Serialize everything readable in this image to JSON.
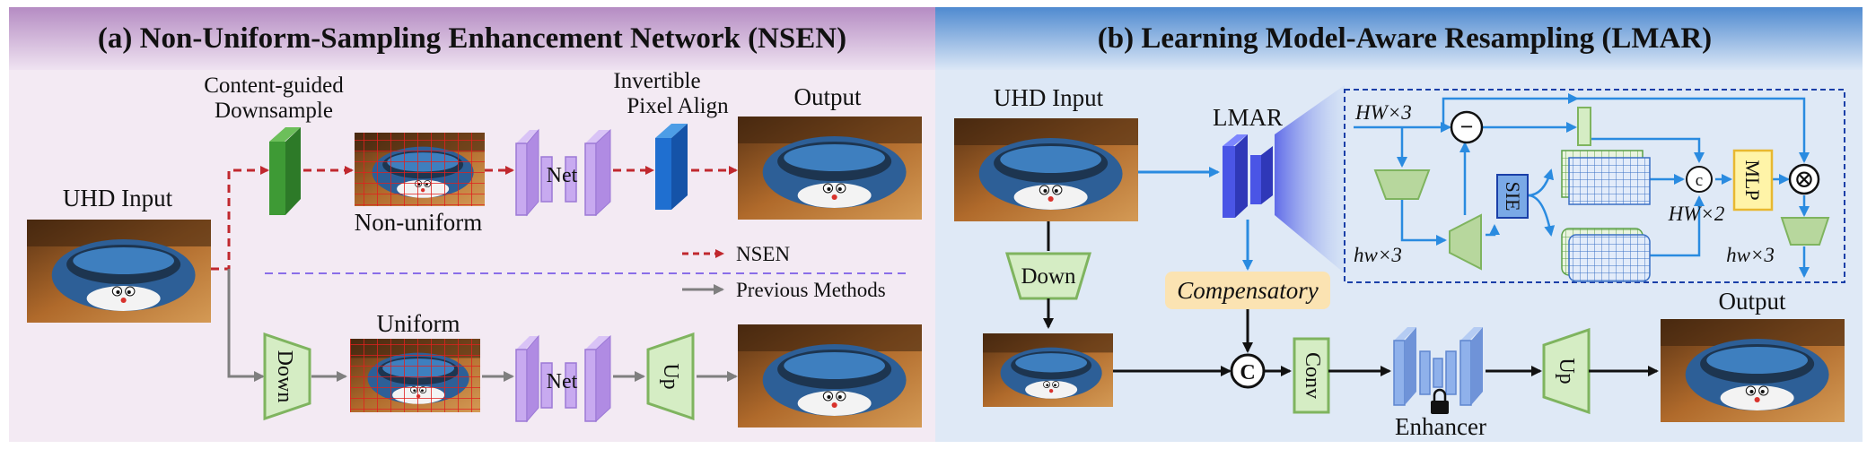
{
  "panel_a": {
    "title": "(a) Non-Uniform-Sampling Enhancement Network (NSEN)",
    "uhd_input": "UHD Input",
    "content_guided_line1": "Content-guided",
    "content_guided_line2": "Downsample",
    "invertible_line1": "Invertible",
    "invertible_line2": "Pixel Align",
    "output": "Output",
    "non_uniform": "Non-uniform",
    "uniform": "Uniform",
    "net_label": "Net",
    "down_label": "Down",
    "up_label": "Up",
    "legend_nsen": "NSEN",
    "legend_previous": "Previous Methods"
  },
  "panel_b": {
    "title": "(b) Learning Model-Aware Resampling (LMAR)",
    "uhd_input": "UHD Input",
    "lmar": "LMAR",
    "down_label": "Down",
    "compensatory": "Compensatory",
    "concat_symbol": "C",
    "conv_label": "Conv",
    "enhancer": "Enhancer",
    "up_label": "Up",
    "output": "Output",
    "detail": {
      "hw3_top": "HW×3",
      "hw3_bottom": "hw×3",
      "sie": "SIE",
      "hw2": "HW×2",
      "mlp": "MLP",
      "hw3_out": "hw×3",
      "minus_symbol": "−",
      "concat_symbol": "c",
      "multiply_symbol": "⊗"
    }
  },
  "colors": {
    "panel_a_bg": "#f3eaf3",
    "panel_a_header": "#c9a6d2",
    "panel_b_bg": "#dfe9f6",
    "panel_b_header": "#6d9cd6",
    "nsen_arrow": "#c0282e",
    "previous_arrow": "#7f7f7f",
    "net_purple": "#c8aaf0",
    "trapezoid_green": "#d5edc4",
    "trapezoid_border": "#7fb45f",
    "lmar_blue": "#4a55e6",
    "flow_blue": "#2a8be0",
    "enhancer_blue": "#8fb1eb",
    "compensatory_bg": "#fbe3b2",
    "compensatory_text": "#c0182a",
    "content_guided_text": "#2e9a2e",
    "invertible_text": "#2a7fd1"
  }
}
